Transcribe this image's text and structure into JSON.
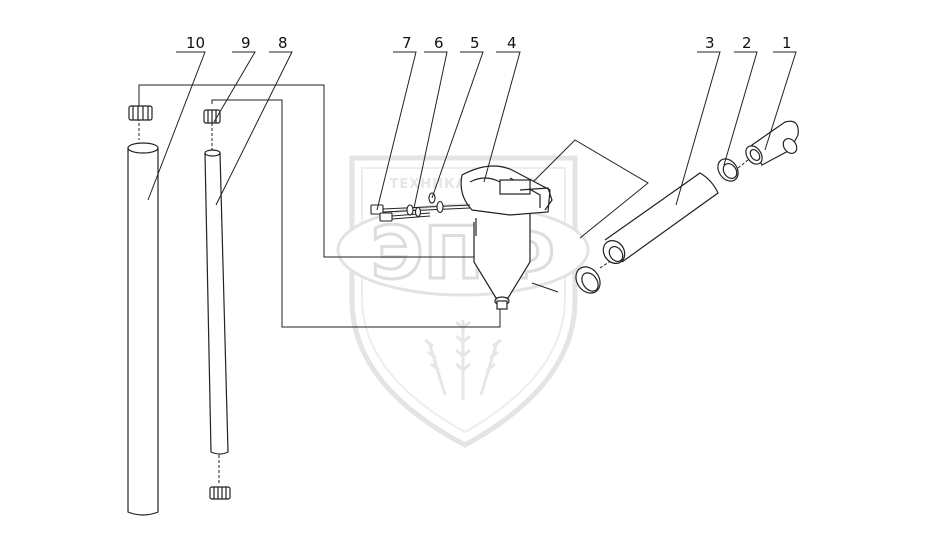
{
  "watermark": {
    "top_text": "ТЕХНИКА СЕРВИС",
    "big_text": "ЭПФ"
  },
  "callouts": [
    "1",
    "2",
    "3",
    "4",
    "5",
    "6",
    "7",
    "8",
    "9",
    "10"
  ]
}
